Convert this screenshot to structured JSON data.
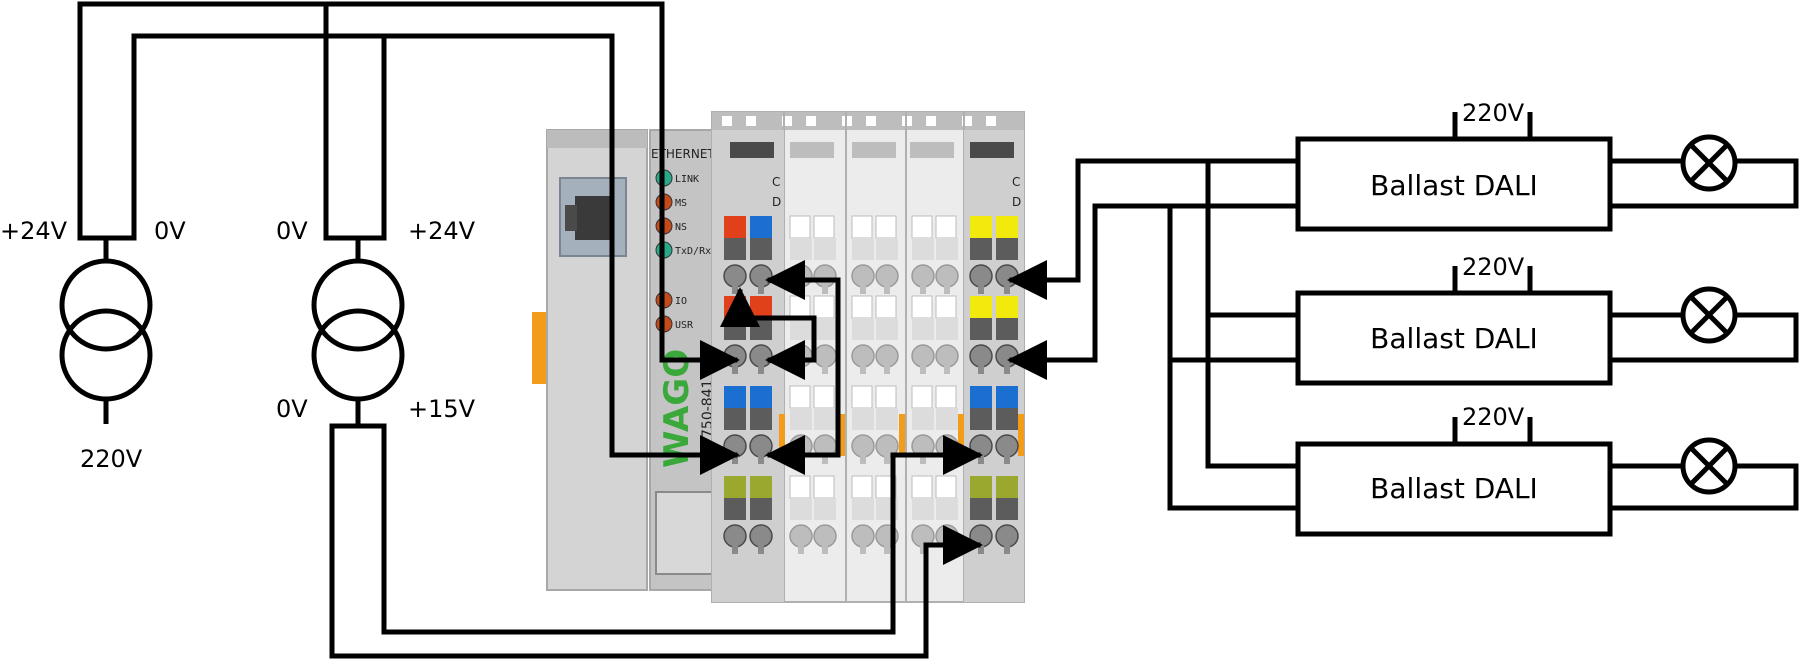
{
  "supplies": {
    "left": {
      "plus24": "+24V",
      "zero": "0V",
      "mains": "220V"
    },
    "right": {
      "zero_top": "0V",
      "plus24": "+24V",
      "zero_bottom": "0V",
      "plus15": "+15V"
    }
  },
  "controller": {
    "network_label": "ETHERNET",
    "leds": [
      "LINK",
      "MS",
      "NS",
      "TxD/RxD"
    ],
    "leds2": [
      "IO",
      "USR"
    ],
    "brand": "WAGO",
    "model": "750-841",
    "module_letters": [
      "C",
      "D"
    ]
  },
  "ballasts": [
    {
      "supply": "220V",
      "label": "Ballast DALI"
    },
    {
      "supply": "220V",
      "label": "Ballast DALI"
    },
    {
      "supply": "220V",
      "label": "Ballast DALI"
    }
  ],
  "colors": {
    "red": "#e0401a",
    "blue": "#1a6fd0",
    "yellow": "#f2ea0c",
    "olive": "#9aa830",
    "green": "#3aa83a",
    "orange": "#f39c1a",
    "module_gray": "#c8c8c8",
    "dark_gray": "#5c5c5c"
  }
}
